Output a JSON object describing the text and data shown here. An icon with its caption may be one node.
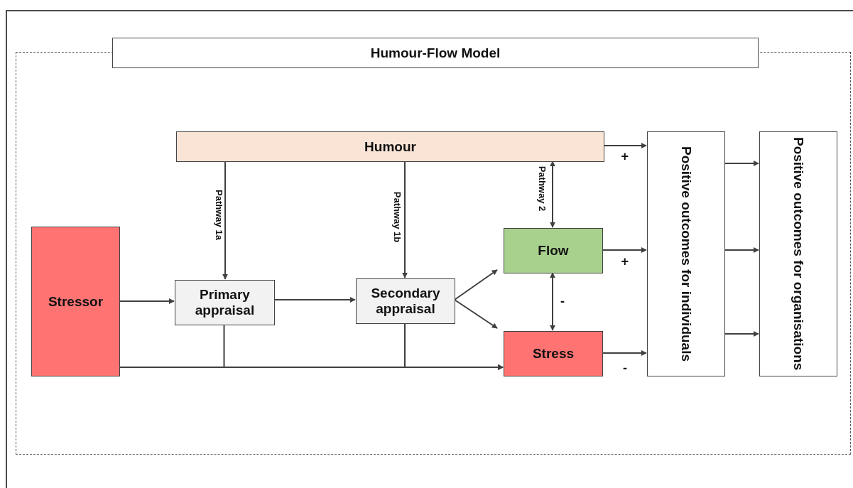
{
  "diagram": {
    "nodes": [
      {
        "text": [
          "Humour-Flow Model"
        ]
      },
      {
        "text": [
          "Humour"
        ],
        "in": 0
      },
      {
        "text": [
          "Stressor"
        ],
        "in": 0
      },
      {
        "text": [
          "Primary appraisal"
        ],
        "in": 0
      },
      {
        "text": [
          "Secondary appraisal"
        ],
        "in": 0
      },
      {
        "text": [
          "Flow"
        ],
        "in": 0
      },
      {
        "text": [
          "Stress"
        ],
        "in": 0
      },
      {
        "text": [
          "Positive outcomes for individuals"
        ],
        "in": 0
      },
      {
        "text": [
          "Positive outcomes for organisations"
        ],
        "in": 0
      }
    ],
    "edges": [
      {
        "from": 1,
        "to": 3,
        "arrow": "to",
        "label": "Pathway 1a"
      },
      {
        "from": 1,
        "to": 4,
        "arrow": "to",
        "label": "Pathway 1b"
      },
      {
        "from": 1,
        "to": 5,
        "arrow": "both",
        "label": "Pathway 2"
      },
      {
        "from": 2,
        "to": 3,
        "arrow": "to"
      },
      {
        "from": 3,
        "to": 4,
        "arrow": "to"
      },
      {
        "from": 4,
        "to": 5,
        "arrow": "to"
      },
      {
        "from": 4,
        "to": 6,
        "arrow": "to"
      },
      {
        "from": 5,
        "to": 6,
        "arrow": "both",
        "label": "-"
      },
      {
        "from": 2,
        "to": 6,
        "arrow": "to"
      },
      {
        "from": 3,
        "to": 6,
        "arrow": "to"
      },
      {
        "from": 4,
        "to": 6,
        "arrow": "to"
      },
      {
        "from": 1,
        "to": 7,
        "arrow": "to",
        "label": "+"
      },
      {
        "from": 5,
        "to": 7,
        "arrow": "to",
        "label": "+"
      },
      {
        "from": 6,
        "to": 7,
        "arrow": "to",
        "label": "-"
      },
      {
        "from": 7,
        "to": 8,
        "arrow": "to"
      },
      {
        "from": 7,
        "to": 8,
        "arrow": "to"
      },
      {
        "from": 7,
        "to": 8,
        "arrow": "to"
      }
    ]
  }
}
